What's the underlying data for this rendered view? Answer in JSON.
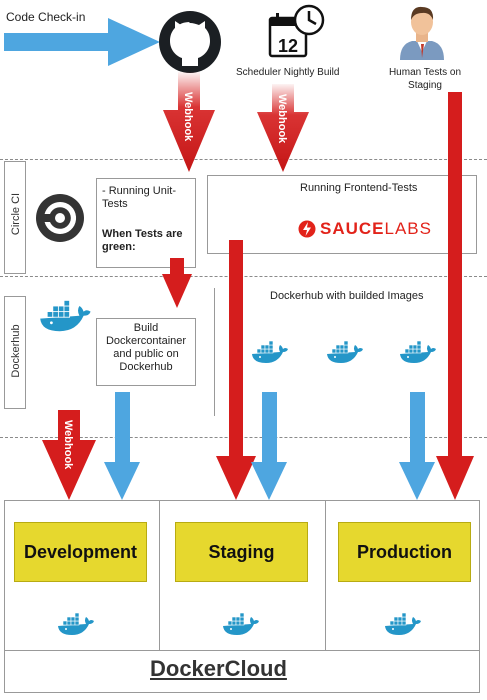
{
  "top": {
    "code_checkin": "Code Check-in",
    "scheduler": "Scheduler Nightly Build",
    "human_tests": "Human Tests on Staging"
  },
  "scheduler_icon": {
    "number": "12",
    "icon": "calendar-clock-icon"
  },
  "github_icon": "github-icon",
  "user_icon": "user-icon",
  "webhook_label": "Webhook",
  "rows": {
    "circle_ci": "Circle CI",
    "dockerhub": "Dockerhub"
  },
  "circle": {
    "unit_tests": "- Running Unit-Tests",
    "when_green": "When Tests are green:",
    "frontend_tests": "Running Frontend-Tests",
    "saucelabs_bold": "SAUCE",
    "saucelabs_light": "LABS"
  },
  "dockerhub": {
    "build_text": "Build Dockercontainer and public on Dockerhub",
    "images_text": "Dockerhub with builded Images"
  },
  "environments": [
    "Development",
    "Staging",
    "Production"
  ],
  "footer": "DockerCloud",
  "colors": {
    "red": "#d51d1d",
    "blue": "#4ea6e0",
    "sticky": "#e6d82e",
    "docker": "#2496c8"
  }
}
